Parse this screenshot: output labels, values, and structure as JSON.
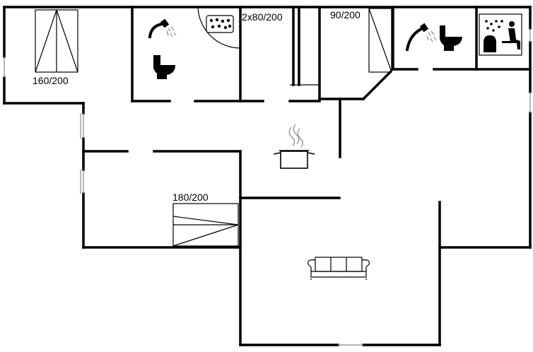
{
  "labels": {
    "bed_top_left": "160/200",
    "bed_top_middle": "2x80/200",
    "bed_top_right": "90/200",
    "bed_lower_left": "180/200"
  },
  "icons": [
    "bed-icon",
    "shower-icon",
    "toilet-icon",
    "whirlpool-icon",
    "sauna-icon",
    "cooking-pot-icon",
    "sofa-icon"
  ]
}
